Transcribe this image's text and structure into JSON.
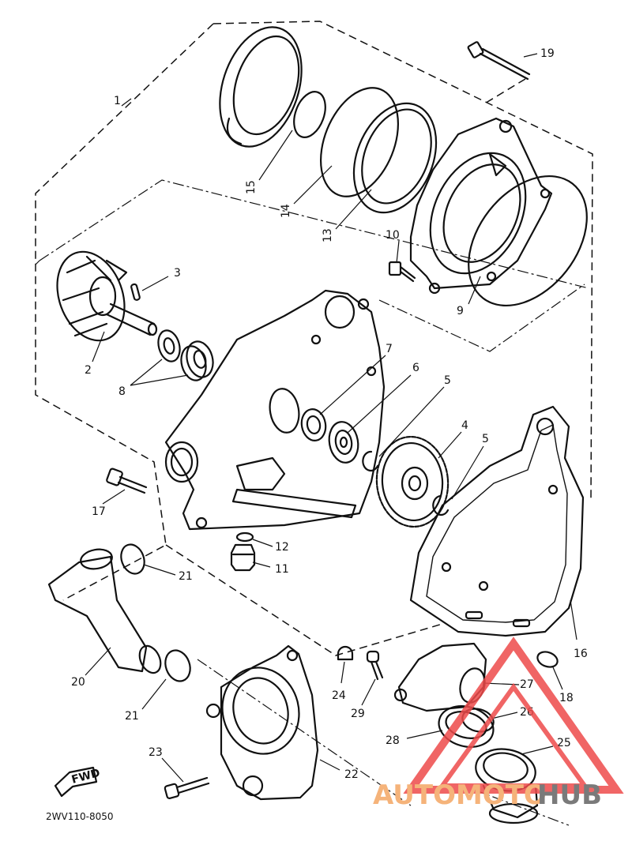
{
  "diagram": {
    "part_code": "2WV110-8050",
    "fwd_label": "FWD",
    "callouts": [
      {
        "id": "c1",
        "text": "1"
      },
      {
        "id": "c2",
        "text": "2"
      },
      {
        "id": "c3",
        "text": "3"
      },
      {
        "id": "c4",
        "text": "4"
      },
      {
        "id": "c5a",
        "text": "5"
      },
      {
        "id": "c5b",
        "text": "5"
      },
      {
        "id": "c6",
        "text": "6"
      },
      {
        "id": "c7",
        "text": "7"
      },
      {
        "id": "c8",
        "text": "8"
      },
      {
        "id": "c9",
        "text": "9"
      },
      {
        "id": "c10",
        "text": "10"
      },
      {
        "id": "c11",
        "text": "11"
      },
      {
        "id": "c12",
        "text": "12"
      },
      {
        "id": "c13",
        "text": "13"
      },
      {
        "id": "c14",
        "text": "14"
      },
      {
        "id": "c15",
        "text": "15"
      },
      {
        "id": "c16",
        "text": "16"
      },
      {
        "id": "c17",
        "text": "17"
      },
      {
        "id": "c18",
        "text": "18"
      },
      {
        "id": "c19",
        "text": "19"
      },
      {
        "id": "c20",
        "text": "20"
      },
      {
        "id": "c21a",
        "text": "21"
      },
      {
        "id": "c21b",
        "text": "21"
      },
      {
        "id": "c22",
        "text": "22"
      },
      {
        "id": "c23",
        "text": "23"
      },
      {
        "id": "c24",
        "text": "24"
      },
      {
        "id": "c25",
        "text": "25"
      },
      {
        "id": "c26",
        "text": "26"
      },
      {
        "id": "c27",
        "text": "27"
      },
      {
        "id": "c28",
        "text": "28"
      },
      {
        "id": "c29",
        "text": "29"
      }
    ]
  },
  "watermark": {
    "text_a": "AUTOMOTO",
    "text_b": "HUB",
    "color_a": "#f5b37a",
    "color_b": "#7a7a7a",
    "logo_color": "#ee4b4b"
  }
}
